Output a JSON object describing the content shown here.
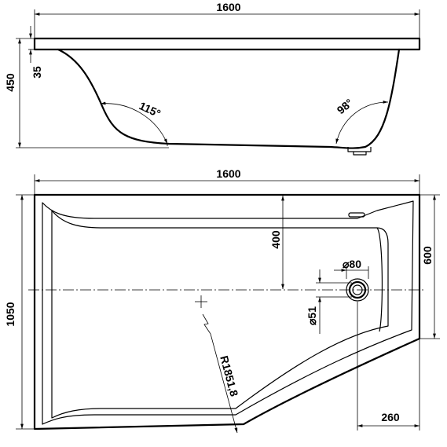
{
  "side_view": {
    "overall_length": "1600",
    "overall_height": "450",
    "rim_thickness": "35",
    "back_angle": "115°",
    "foot_angle": "98°"
  },
  "top_view": {
    "overall_length": "1600",
    "overall_width": "1050",
    "right_end_width": "600",
    "drain_offset": "400",
    "drain_outer_diameter": "⌀80",
    "drain_inner_diameter": "⌀51",
    "front_radius": "R1851,8",
    "corner_offset": "260"
  }
}
